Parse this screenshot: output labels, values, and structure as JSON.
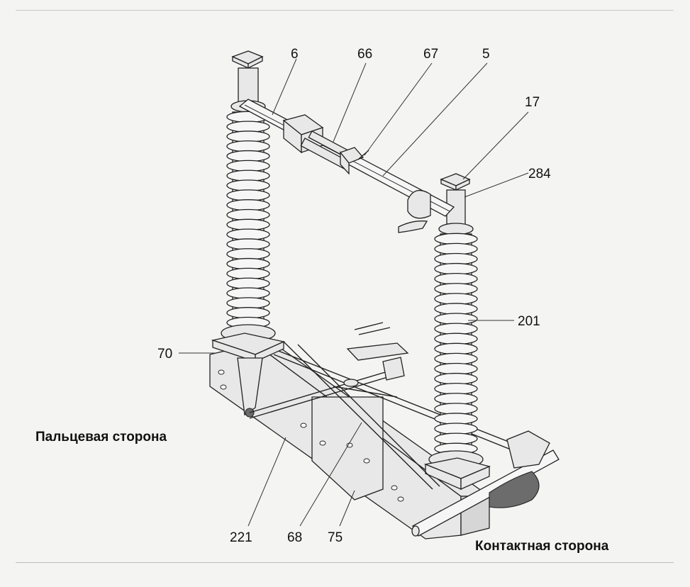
{
  "callouts": [
    "6",
    "66",
    "67",
    "5",
    "17",
    "284",
    "201",
    "70",
    "221",
    "68",
    "75"
  ],
  "side_labels": {
    "left": "Пальцевая сторона",
    "right": "Контактная сторона"
  },
  "colors": {
    "paper": "#f4f4f2",
    "ink": "#222222"
  }
}
